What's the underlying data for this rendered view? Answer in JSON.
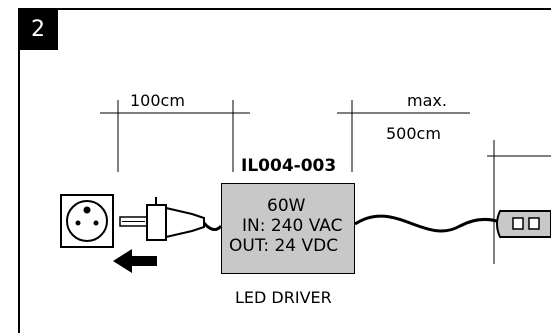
{
  "step_number": "2",
  "dimensions": {
    "cable_to_socket": "100cm",
    "max_label": "max.",
    "max_length": "500cm"
  },
  "driver": {
    "model": "IL004-003",
    "power": "60W",
    "input": "IN: 240 VAC",
    "output": "OUT: 24 VDC",
    "caption": "LED DRIVER"
  }
}
